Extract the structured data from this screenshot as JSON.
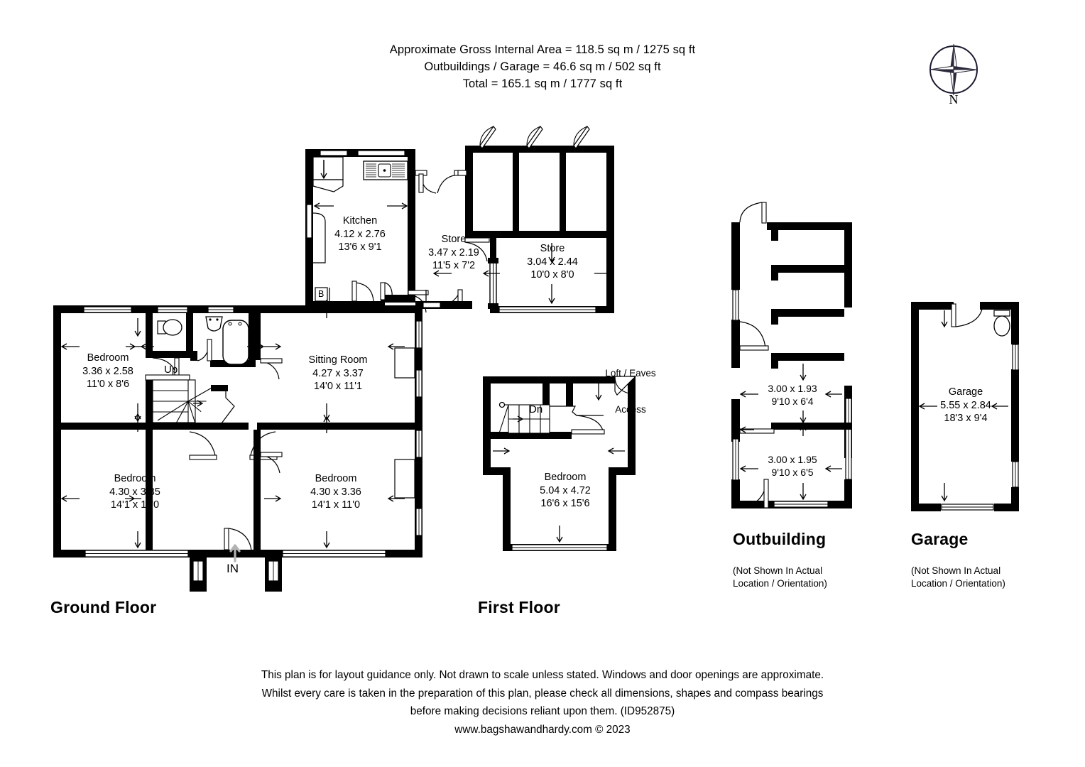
{
  "header": {
    "line1": "Approximate Gross Internal Area = 118.5 sq m / 1275 sq ft",
    "line2": "Outbuildings / Garage = 46.6 sq m / 502 sq ft",
    "line3": "Total = 165.1 sq m / 1777 sq ft"
  },
  "compass": {
    "label": "N",
    "icon": "compass-rose-icon"
  },
  "ground_floor": {
    "caption": "Ground Floor",
    "entry_label": "IN",
    "stairs_label": "Up",
    "boiler_label": "B",
    "rooms": [
      {
        "name": "Kitchen",
        "metric": "4.12 x 2.76",
        "imperial": "13'6 x 9'1"
      },
      {
        "name": "Store",
        "metric": "3.47 x 2.19",
        "imperial": "11'5 x 7'2"
      },
      {
        "name": "Store",
        "metric": "3.04 x 2.44",
        "imperial": "10'0 x 8'0"
      },
      {
        "name": "Bedroom",
        "metric": "3.36 x 2.58",
        "imperial": "11'0 x 8'6"
      },
      {
        "name": "Sitting Room",
        "metric": "4.27 x 3.37",
        "imperial": "14'0 x 11'1"
      },
      {
        "name": "Bedroom",
        "metric": "4.30 x 3.35",
        "imperial": "14'1 x 11'0"
      },
      {
        "name": "Bedroom",
        "metric": "4.30 x 3.36",
        "imperial": "14'1 x 11'0"
      }
    ]
  },
  "first_floor": {
    "caption": "First Floor",
    "stairs_label": "Dn",
    "loft_label_line1": "Loft / Eaves",
    "loft_label_line2": "Access",
    "rooms": [
      {
        "name": "Bedroom",
        "metric": "5.04 x 4.72",
        "imperial": "16'6 x 15'6"
      }
    ]
  },
  "outbuilding": {
    "caption": "Outbuilding",
    "note_line1": "(Not Shown In Actual",
    "note_line2": "Location / Orientation)",
    "rooms": [
      {
        "metric": "3.00 x 1.93",
        "imperial": "9'10 x 6'4"
      },
      {
        "metric": "3.00 x 1.95",
        "imperial": "9'10 x 6'5"
      }
    ]
  },
  "garage": {
    "caption": "Garage",
    "note_line1": "(Not Shown In Actual",
    "note_line2": "Location / Orientation)",
    "rooms": [
      {
        "name": "Garage",
        "metric": "5.55 x 2.84",
        "imperial": "18'3 x 9'4"
      }
    ]
  },
  "disclaimer": {
    "line1": "This plan is for layout guidance only. Not drawn to scale unless stated. Windows and door openings are approximate.",
    "line2": "Whilst every care is taken in the preparation of this plan, please check all dimensions, shapes and compass bearings",
    "line3": "before making decisions reliant upon them. (ID952875)",
    "line4": "www.bagshawandhardy.com © 2023"
  },
  "colors": {
    "wall": "#000000",
    "paper": "#ffffff",
    "entry_arrow": "#b3b3b3"
  }
}
